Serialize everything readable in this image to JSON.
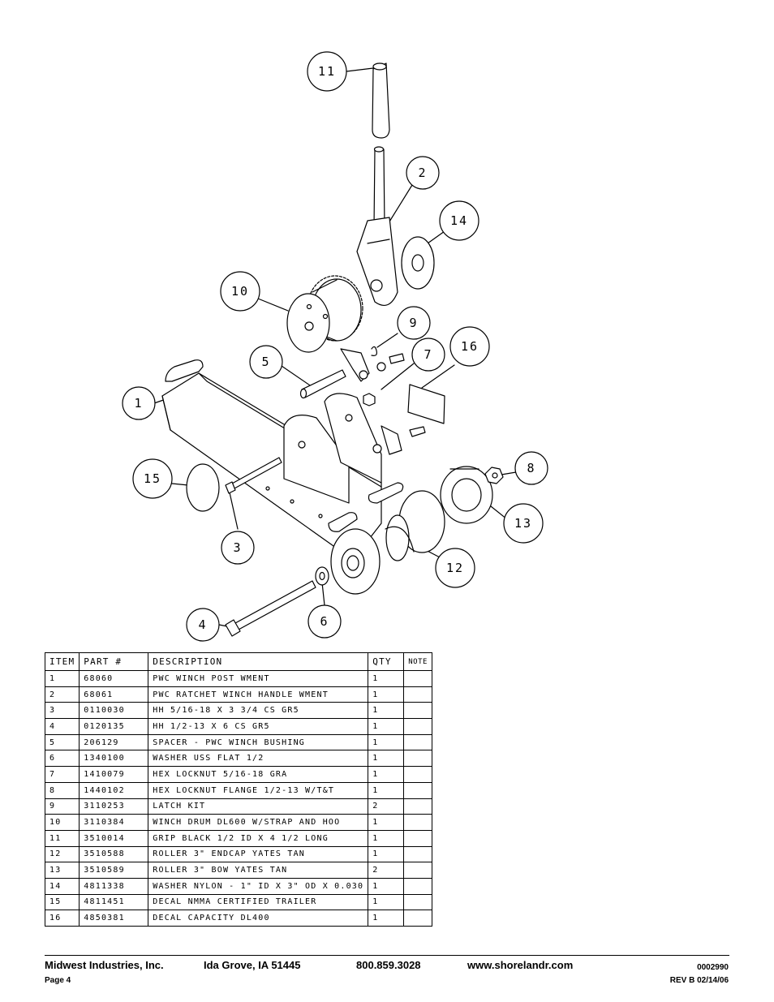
{
  "callouts": [
    {
      "label": "11"
    },
    {
      "label": "2"
    },
    {
      "label": "14"
    },
    {
      "label": "10"
    },
    {
      "label": "9"
    },
    {
      "label": "16"
    },
    {
      "label": "7"
    },
    {
      "label": "5"
    },
    {
      "label": "1"
    },
    {
      "label": "8"
    },
    {
      "label": "15"
    },
    {
      "label": "13"
    },
    {
      "label": "3"
    },
    {
      "label": "12"
    },
    {
      "label": "4"
    },
    {
      "label": "6"
    }
  ],
  "table": {
    "headers": {
      "item": "ITEM",
      "part": "PART #",
      "description": "DESCRIPTION",
      "qty": "QTY",
      "note": "NOTE"
    },
    "rows": [
      {
        "item": "1",
        "part": "68060",
        "description": "PWC WINCH POST WMENT",
        "qty": "1",
        "note": ""
      },
      {
        "item": "2",
        "part": "68061",
        "description": "PWC RATCHET WINCH HANDLE WMENT",
        "qty": "1",
        "note": ""
      },
      {
        "item": "3",
        "part": "0110030",
        "description": "HH 5/16-18 X 3 3/4 CS GR5",
        "qty": "1",
        "note": ""
      },
      {
        "item": "4",
        "part": "0120135",
        "description": "HH 1/2-13 X 6 CS GR5",
        "qty": "1",
        "note": ""
      },
      {
        "item": "5",
        "part": "206129",
        "description": "SPACER - PWC WINCH BUSHING",
        "qty": "1",
        "note": ""
      },
      {
        "item": "6",
        "part": "1340100",
        "description": "WASHER USS FLAT 1/2",
        "qty": "1",
        "note": ""
      },
      {
        "item": "7",
        "part": "1410079",
        "description": "HEX LOCKNUT 5/16-18 GRA",
        "qty": "1",
        "note": ""
      },
      {
        "item": "8",
        "part": "1440102",
        "description": "HEX LOCKNUT FLANGE 1/2-13 W/T&T",
        "qty": "1",
        "note": ""
      },
      {
        "item": "9",
        "part": "3110253",
        "description": "LATCH KIT",
        "qty": "2",
        "note": ""
      },
      {
        "item": "10",
        "part": "3110384",
        "description": "WINCH DRUM DL600 W/STRAP AND HOO",
        "qty": "1",
        "note": ""
      },
      {
        "item": "11",
        "part": "3510014",
        "description": "GRIP BLACK 1/2 ID X 4 1/2 LONG",
        "qty": "1",
        "note": ""
      },
      {
        "item": "12",
        "part": "3510588",
        "description": "ROLLER 3\" ENDCAP YATES TAN",
        "qty": "1",
        "note": ""
      },
      {
        "item": "13",
        "part": "3510589",
        "description": "ROLLER 3\" BOW YATES TAN",
        "qty": "2",
        "note": ""
      },
      {
        "item": "14",
        "part": "4811338",
        "description": "WASHER NYLON - 1\" ID X 3\" OD X 0.030",
        "qty": "1",
        "note": ""
      },
      {
        "item": "15",
        "part": "4811451",
        "description": " DECAL NMMA CERTIFIED TRAILER",
        "qty": "1",
        "note": ""
      },
      {
        "item": "16",
        "part": "4850381",
        "description": "DECAL CAPACITY DL400",
        "qty": "1",
        "note": ""
      }
    ]
  },
  "footer": {
    "company": "Midwest Industries, Inc.",
    "location": "Ida Grove, IA  51445",
    "phone": "800.859.3028",
    "website": "www.shorelandr.com",
    "doc_number": "0002990",
    "page": "Page 4",
    "revision": "REV  B  02/14/06"
  }
}
